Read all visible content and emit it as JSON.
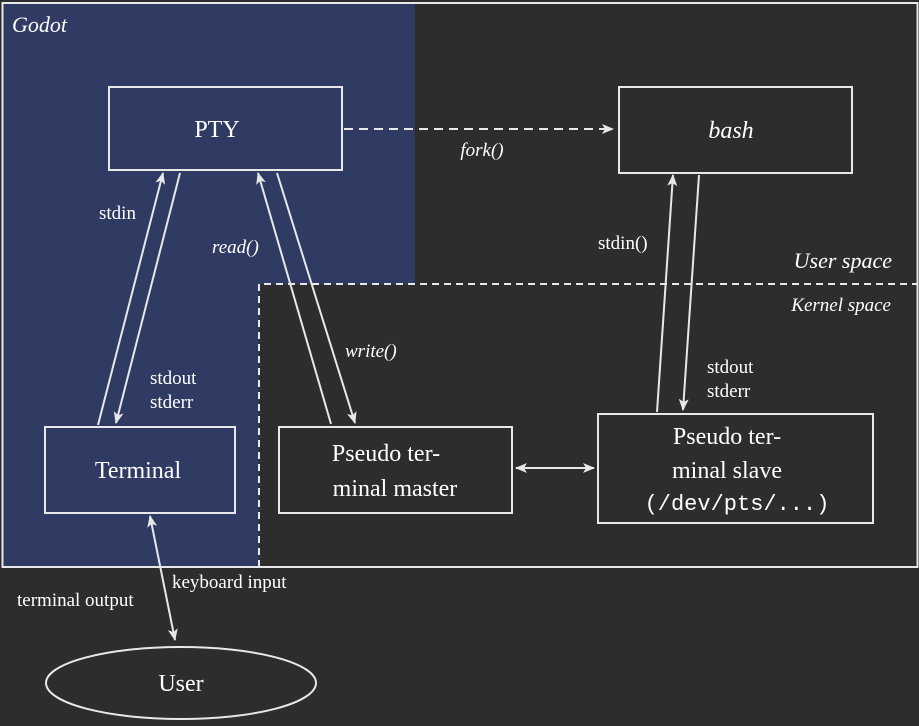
{
  "colors": {
    "background": "#2d2d2d",
    "godot_region": "#2f3b63",
    "stroke": "#e8e8e8",
    "text": "#ffffff"
  },
  "regions": {
    "godot": "Godot",
    "user_space": "User space",
    "kernel_space": "Kernel space"
  },
  "nodes": {
    "pty": "PTY",
    "bash": "bash",
    "terminal": "Terminal",
    "master_line1": "Pseudo ter-",
    "master_line2": "minal master",
    "slave_line1": "Pseudo ter-",
    "slave_line2": "minal slave",
    "slave_line3": "(/dev/pts/...)",
    "user": "User"
  },
  "edges": {
    "fork": "fork()",
    "stdin_left": "stdin",
    "stdout_left": "stdout",
    "stderr_left": "stderr",
    "read": "read()",
    "write": "write()",
    "stdin_right": "stdin()",
    "stdout_right": "stdout",
    "stderr_right": "stderr",
    "keyboard_input": "keyboard input",
    "terminal_output": "terminal output"
  }
}
